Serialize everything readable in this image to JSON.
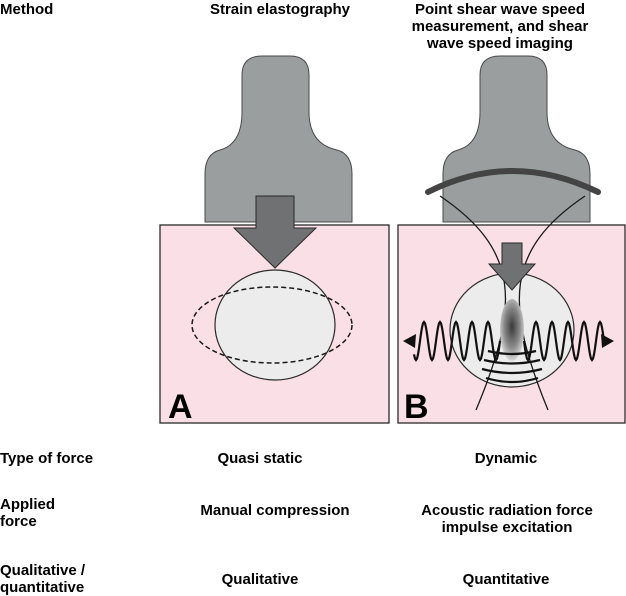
{
  "header": {
    "method_label": "Method",
    "col_a_title": "Strain elastography",
    "col_b_title_lines": [
      "Point shear wave speed",
      "measurement, and shear",
      "wave speed imaging"
    ]
  },
  "panels": {
    "a_letter": "A",
    "b_letter": "B"
  },
  "rows": {
    "type_of_force": {
      "label": "Type of force",
      "a": "Quasi static",
      "b": "Dynamic"
    },
    "applied_force": {
      "label_lines": [
        "Applied",
        "force"
      ],
      "a": "Manual compression",
      "b_lines": [
        "Acoustic radiation force",
        "impulse excitation"
      ]
    },
    "qualitative": {
      "label_lines": [
        "Qualitative /",
        "quantitative"
      ],
      "a": "Qualitative",
      "b": "Quantitative"
    }
  },
  "colors": {
    "transducer": "#9b9e9f",
    "tissue_box": "#fae0e6",
    "lesion": "#ececec",
    "arrow": "#6f7172",
    "outline": "#2a2a2a"
  }
}
